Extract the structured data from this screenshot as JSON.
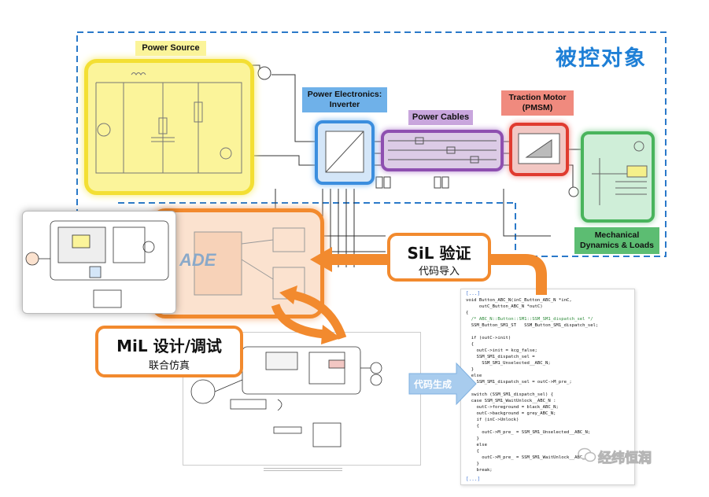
{
  "plant": {
    "title": "被控对象",
    "power_source": "Power Source",
    "inverter_line1": "Power Electronics:",
    "inverter_line2": "Inverter",
    "power_cables": "Power Cables",
    "traction_line1": "Traction Motor",
    "traction_line2": "(PMSM)",
    "mech_line1": "Mechanical",
    "mech_line2": "Dynamics & Loads"
  },
  "sil": {
    "title": "SiL 验证",
    "subtitle": "代码导入"
  },
  "mil": {
    "title": "MiL 设计/调试",
    "subtitle": "联合仿真"
  },
  "codegen": {
    "label": "代码生成"
  },
  "ade_logo": "ADE",
  "code": {
    "top_marker": "[...]",
    "bottom_marker": "[...]",
    "lines": [
      "void Button_ABC_N(inC_Button_ABC_N *inC,",
      "     outC_Button_ABC_N *outC)",
      "{",
      "  /* ABC_N::Button::SM1::SSM_SM1_dispatch_sel */",
      "  SSM_Button_SM1_ST   SSM_Button_SM1_dispatch_sel;",
      "",
      "  if (outC->init)",
      "  {",
      "    outC->init = kcg_false;",
      "    SSM_SM1_dispatch_sel =",
      "      SSM_SM1_Unselected__ABC_N;",
      "  }",
      "  else",
      "    SSM_SM1_dispatch_sel = outC->M_pre_;",
      "",
      "  switch (SSM_SM1_dispatch_sel) {",
      "  case SSM_SM1_WaitUnlock__ABC_N :",
      "    outC->foreground = black_ABC_N;",
      "    outC->background = grey_ABC_N;",
      "    if (inC->Unlock)",
      "    {",
      "      outC->M_pre_ = SSM_SM1_Unselected__ABC_N;",
      "    }",
      "    else",
      "    {",
      "      outC->M_pre_ = SSM_SM1_WaitUnlock__ABC_N;",
      "    }",
      "    break;"
    ]
  },
  "watermark": "经纬恒润",
  "colors": {
    "dash_blue": "#2a79c9",
    "yellow_fill": "#fbf49a",
    "yellow_stroke": "#f3df33",
    "blue_fill": "#d4e6f8",
    "blue_stroke": "#3b8ede",
    "purple_fill": "#dccbe6",
    "purple_stroke": "#8e4fb0",
    "red_fill": "#f2c7c3",
    "red_stroke": "#e03b2f",
    "green_fill": "#cfeed8",
    "green_stroke": "#49b45c",
    "orange": "#f28a2e",
    "title_blue": "#1e7fd6"
  }
}
